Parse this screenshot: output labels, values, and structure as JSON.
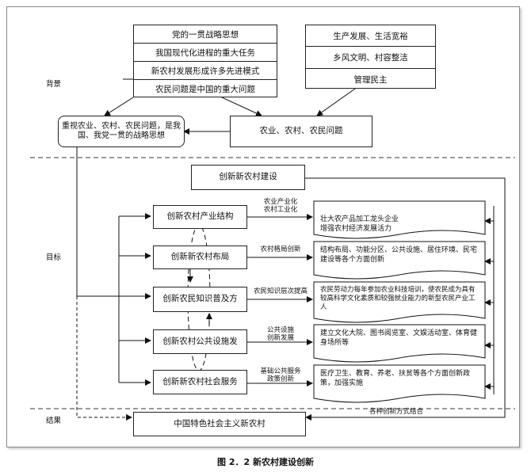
{
  "sections": {
    "background": "背景",
    "goal": "目标",
    "result": "结果"
  },
  "background_left": [
    "党的一贯战略思想",
    "我国现代化进程的重大任务",
    "新农村发展形成许多先进模式",
    "农民问题是中国的重大问题"
  ],
  "background_right": [
    "生产发展、生活宽裕",
    "乡风文明、村容整洁",
    "管理民主"
  ],
  "emphasis": "重视农业、农村、农民问题，是我国、我党一贯的战略思想",
  "three_rural": "农业、农村、农民问题",
  "innovation_title": "创新新农村建设",
  "goals": [
    {
      "name": "创新农村产业结构",
      "edge": "农业产业化\n农村工业化",
      "detail": "壮大农产品加工龙头企业\n增强农村经济发展活力"
    },
    {
      "name": "创新新农村布局",
      "edge": "农村格局创新",
      "detail": "结构布局、功能分区、公共设施、居住环境、民宅建设等各个方面创新"
    },
    {
      "name": "创新农民知识普及方",
      "edge": "农民知识层次提高",
      "detail": "农民劳动力每年参加农业科技培训，使农民成为具有较高科学文化素质和较强就业能力的新型农民产业工人"
    },
    {
      "name": "创新农村公共设施发",
      "edge": "公共设施\n创新发展",
      "detail": "建立文化大院、图书阅览室、文娱活动室、体育健身场所等"
    },
    {
      "name": "创新新农村社会服务",
      "edge": "基础公共服务\n政策创新",
      "detail": "医疗卫生、教育、养老、扶贫等各个方面创新政策，加强实施"
    }
  ],
  "result_box": "中国特色社会主义新农村",
  "result_edge": "各种创新方式结合",
  "caption": "图 2．2    新农村建设创新"
}
